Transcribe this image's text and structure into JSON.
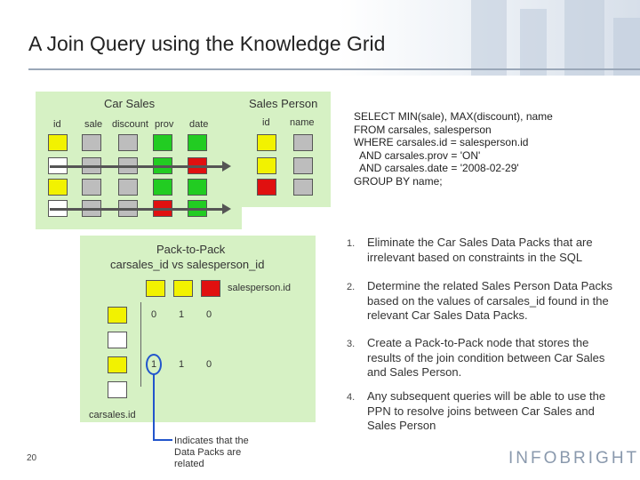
{
  "slide": {
    "title": "A Join Query using the Knowledge Grid",
    "page_number": "20",
    "logo": "INFOBRIGHT"
  },
  "car_sales": {
    "title": "Car Sales",
    "columns": [
      "id",
      "sale",
      "discount",
      "prov",
      "date"
    ]
  },
  "sales_person": {
    "title": "Sales Person",
    "columns": [
      "id",
      "name"
    ]
  },
  "sql": "SELECT MIN(sale), MAX(discount), name\nFROM carsales, salesperson\nWHERE carsales.id = salesperson.id\n  AND carsales.prov = 'ON'\n  AND carsales.date = '2008-02-29'\nGROUP BY name;",
  "ppn": {
    "title_line1": "Pack-to-Pack",
    "title_line2": "carsales_id vs salesperson_id",
    "col_label": "salesperson.id",
    "row_label": "carsales.id",
    "row1": [
      "0",
      "1",
      "0"
    ],
    "row2": [
      "1",
      "1",
      "0"
    ],
    "callout": "Indicates that the Data Packs are related"
  },
  "steps": [
    {
      "num": "1.",
      "text": "Eliminate the Car Sales Data Packs that are irrelevant based on constraints in the SQL"
    },
    {
      "num": "2.",
      "text": "Determine the related Sales Person Data Packs based on the values of carsales_id found in the relevant  Car Sales Data Packs."
    },
    {
      "num": "3.",
      "text": "Create a Pack-to-Pack node that stores the results of the join condition between Car Sales and Sales Person."
    },
    {
      "num": "4.",
      "text": "Any subsequent queries will be able to use the PPN to resolve joins between Car Sales and Sales Person"
    }
  ],
  "colors": {
    "panel": "#d6f1c4",
    "pack_yellow": "#f2f200",
    "pack_green": "#22cc22",
    "pack_red": "#e01010",
    "pack_gray": "#bdbdbd",
    "callout_line": "#2255cc"
  }
}
